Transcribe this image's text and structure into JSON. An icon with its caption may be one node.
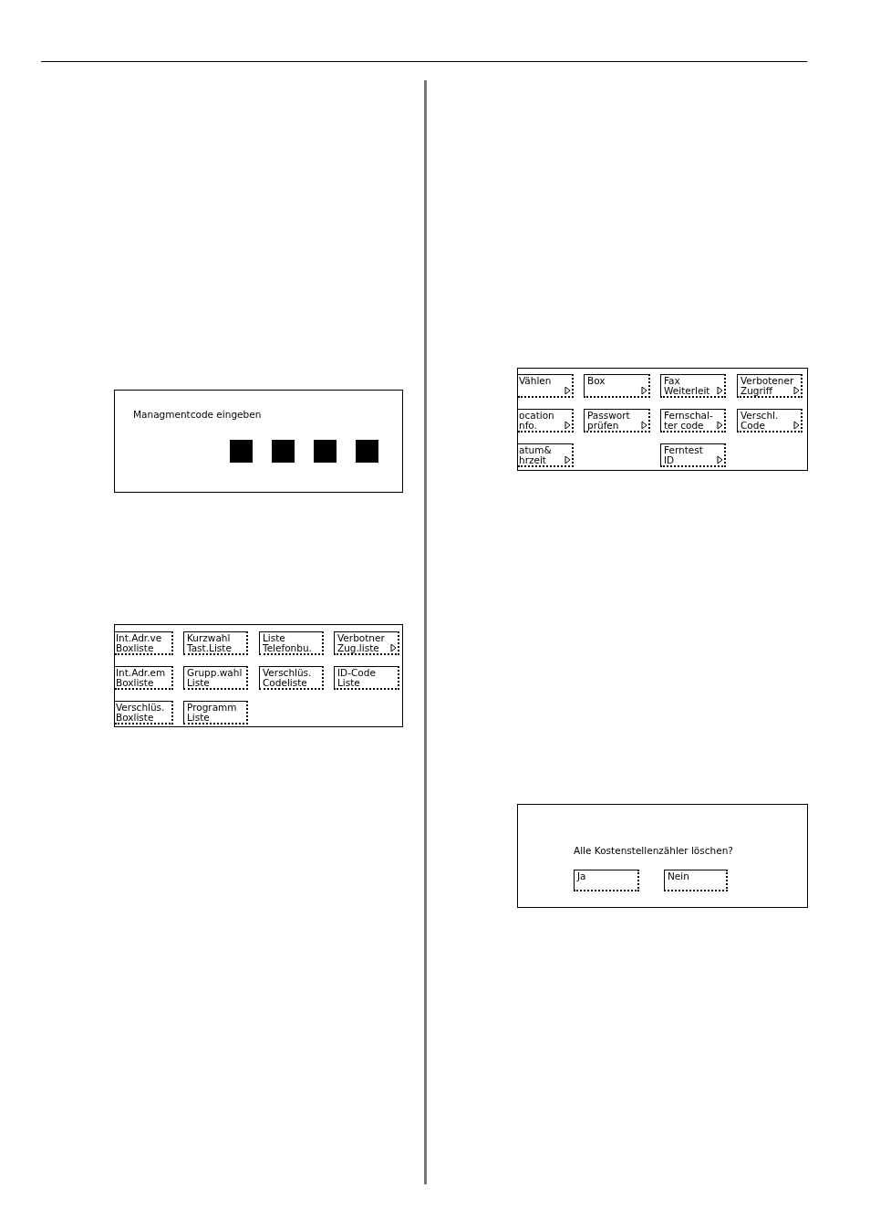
{
  "diagram": {
    "nodes": [
      {
        "text": [
          "Managmentcode eingeben"
        ]
      },
      {
        "text": [],
        "shape": "box",
        "in": 0
      },
      {
        "text": [],
        "shape": "box",
        "in": 0
      },
      {
        "text": [],
        "shape": "box",
        "in": 0
      },
      {
        "text": [],
        "shape": "box",
        "in": 0
      },
      {
        "text": [],
        "shape": "box"
      },
      {
        "text": [
          "Int.Adr.ve Boxliste"
        ],
        "in": 5
      },
      {
        "text": [
          "Kurzwahl Tast.Liste"
        ],
        "in": 5
      },
      {
        "text": [
          "Liste Telefonbu."
        ],
        "in": 5
      },
      {
        "text": [
          "Verbotner Zug.liste"
        ],
        "in": 5
      },
      {
        "text": [
          "Int.Adr.em Boxliste"
        ],
        "in": 5
      },
      {
        "text": [
          "Grupp.wahl Liste"
        ],
        "in": 5
      },
      {
        "text": [
          "Verschlüs. Codeliste"
        ],
        "in": 5
      },
      {
        "text": [
          "ID-Code Liste"
        ],
        "in": 5
      },
      {
        "text": [
          "Verschlüs. Boxliste"
        ],
        "in": 5
      },
      {
        "text": [
          "Programm Liste"
        ],
        "in": 5
      },
      {
        "text": [],
        "shape": "box"
      },
      {
        "text": [
          "Vählen"
        ],
        "in": 16
      },
      {
        "text": [
          "Box"
        ],
        "in": 16
      },
      {
        "text": [
          "Fax Weiterleit"
        ],
        "in": 16
      },
      {
        "text": [
          "Verbotener Zugriff"
        ],
        "in": 16
      },
      {
        "text": [
          "ocation nfo."
        ],
        "in": 16
      },
      {
        "text": [
          "Passwort prüfen"
        ],
        "in": 16
      },
      {
        "text": [
          "Fernschal- ter code"
        ],
        "in": 16
      },
      {
        "text": [
          "Verschl. Code"
        ],
        "in": 16
      },
      {
        "text": [
          "atum& hrzeit"
        ],
        "in": 16
      },
      {
        "text": [
          "Ferntest ID"
        ],
        "in": 16
      },
      {
        "text": [
          "Alle Kostenstellenzähler löschen?"
        ]
      },
      {
        "text": [
          "Ja"
        ],
        "in": 27
      },
      {
        "text": [
          "Nein"
        ],
        "in": 27
      }
    ],
    "edges": []
  }
}
